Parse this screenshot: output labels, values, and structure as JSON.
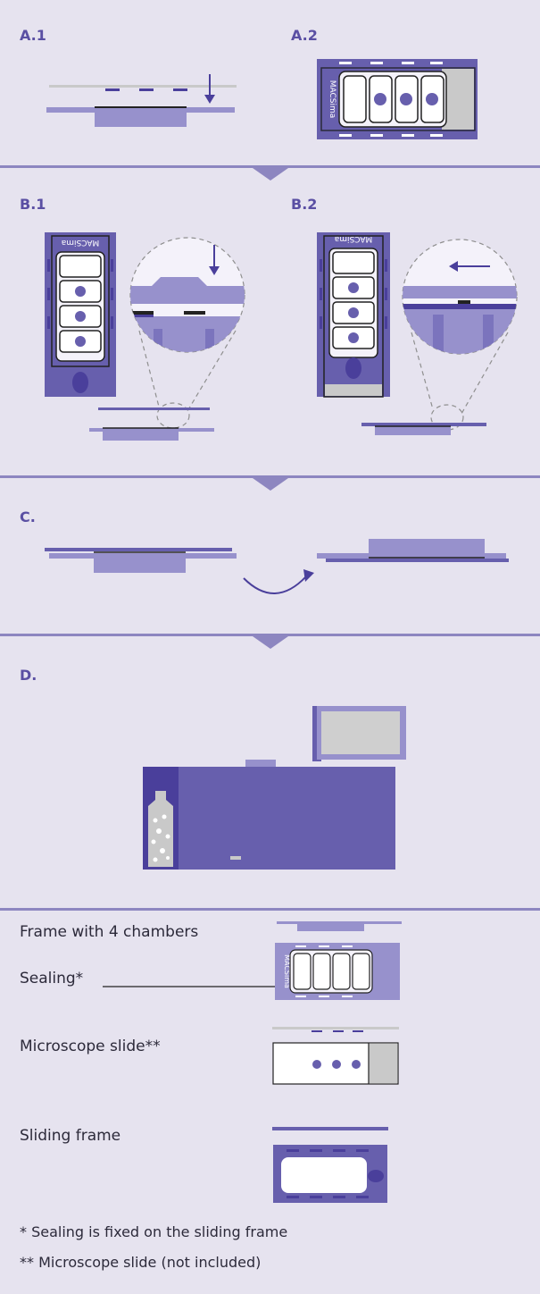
{
  "labels": {
    "a1": "A.1",
    "a2": "A.2",
    "b1": "B.1",
    "b2": "B.2",
    "c": "C.",
    "d": "D."
  },
  "brand": "MACSima",
  "legend": {
    "frame": "Frame with 4 chambers",
    "sealing": "Sealing*",
    "slide": "Microscope slide**",
    "sliding": "Sliding frame"
  },
  "notes": {
    "n1": "* Sealing is fixed on the sliding frame",
    "n2": "** Microscope slide (not included)"
  },
  "colors": {
    "background": "#e6e3ef",
    "purple": "#675fad",
    "light_purple": "#9791cc",
    "dark_purple": "#4a3f9b",
    "divider": "#8d86c0",
    "gray": "#c9c9c9"
  }
}
